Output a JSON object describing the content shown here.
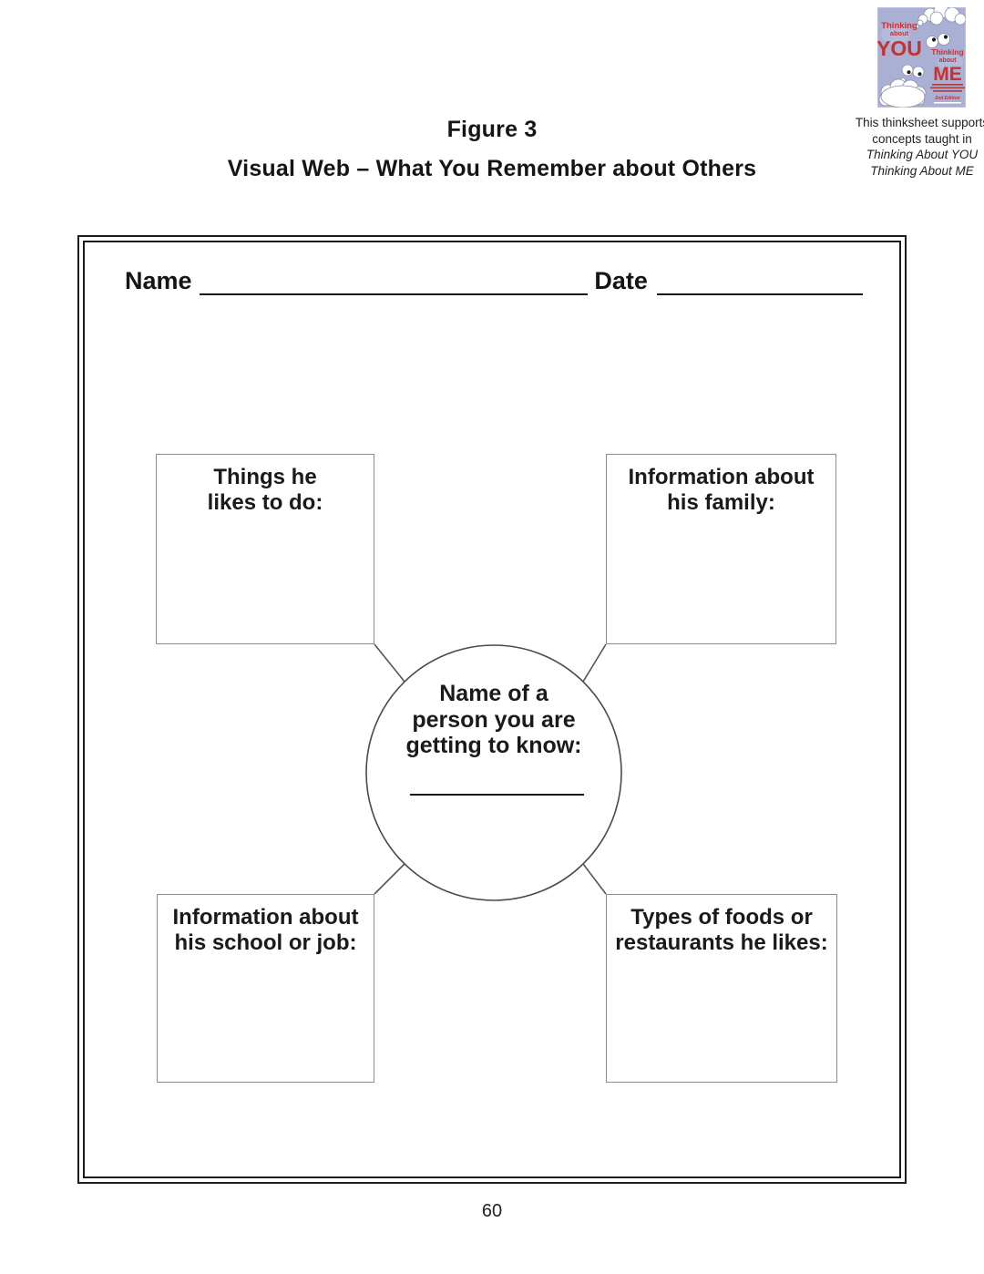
{
  "page": {
    "figure_label": "Figure 3",
    "title": "Visual Web – What You Remember about Others",
    "page_number": "60"
  },
  "support_note": {
    "prefix": "This thinksheet supports concepts taught in ",
    "book_title": "Thinking About YOU Thinking About ME"
  },
  "book_cover": {
    "top_thinking": "Thinking",
    "top_about": "about",
    "you": "YOU",
    "mid_thinking": "Thinking",
    "mid_about": "about",
    "me": "ME",
    "edition": "2nd Edition",
    "bg_color": "#a9b0d4",
    "accent_color": "#c8312f"
  },
  "worksheet": {
    "name_label": "Name",
    "date_label": "Date",
    "center_circle": {
      "label": "Name of a\nperson you are\ngetting to know:"
    },
    "boxes": [
      {
        "position": "top-left",
        "label": "Things he\nlikes to do:"
      },
      {
        "position": "top-right",
        "label": "Information about\nhis family:"
      },
      {
        "position": "bottom-left",
        "label": "Information about\nhis school or job:"
      },
      {
        "position": "bottom-right",
        "label": "Types of foods or\nrestaurants he likes:"
      }
    ]
  }
}
